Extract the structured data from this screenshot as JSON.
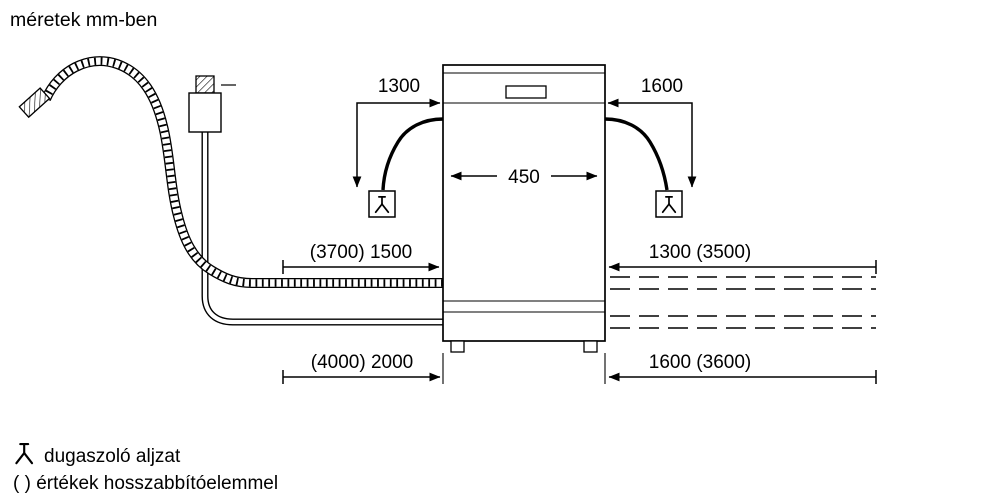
{
  "title": "méretek mm-ben",
  "dimensions": {
    "power_cord_left": "1300",
    "power_cord_right": "1600",
    "appliance_width": "450",
    "drain_hose_left": "(3700) 1500",
    "drain_hose_right": "1300 (3500)",
    "supply_hose_left": "(4000) 2000",
    "supply_hose_right": "1600 (3600)"
  },
  "legend": {
    "plug_label": "dugaszoló aljzat",
    "extension_label": "( ) értékek hosszabbítóelemmel"
  },
  "icons": {
    "plug": "plug-socket-icon"
  },
  "colors": {
    "line": "#000000",
    "background": "#ffffff"
  }
}
